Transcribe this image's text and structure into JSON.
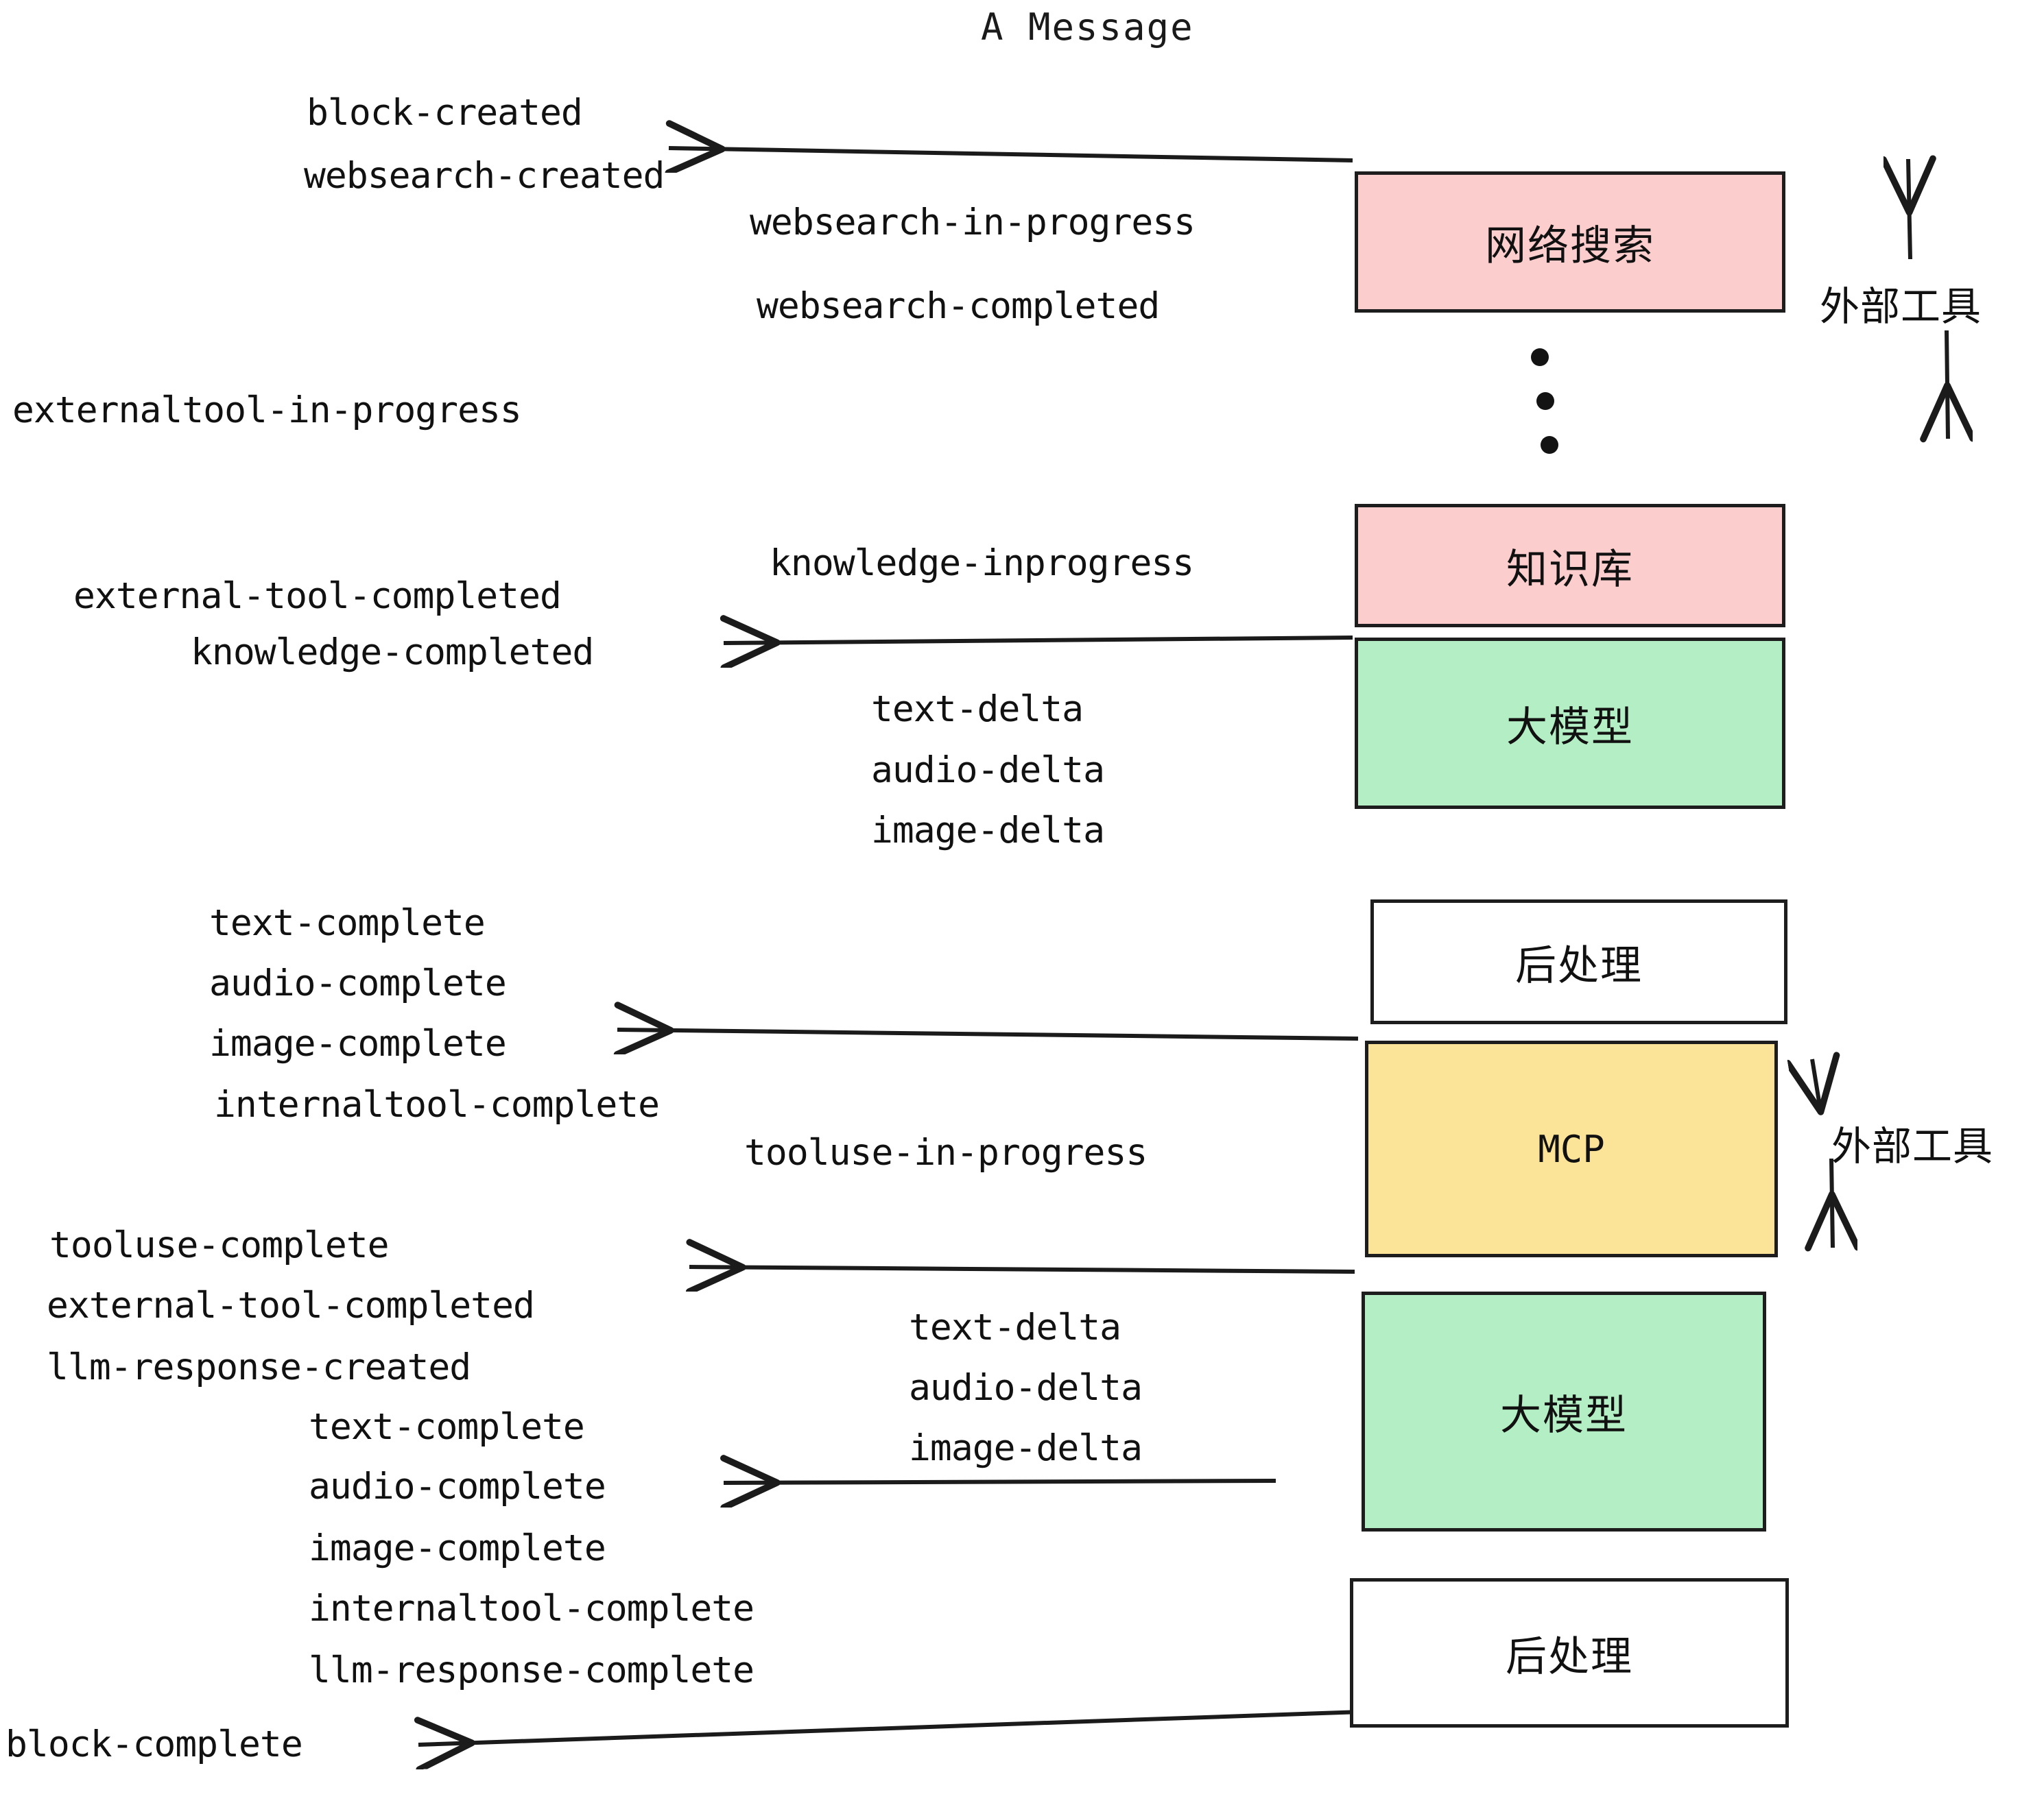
{
  "diagram": {
    "title": "A Message",
    "colors": {
      "pink": "#fbcdcd",
      "green": "#b4eec4",
      "yellow": "#fbe398",
      "white": "#ffffff",
      "stroke": "#1d1d1d",
      "text": "#111111",
      "background": "#ffffff"
    },
    "nodes": [
      {
        "id": "websearch",
        "label": "网络搜索",
        "fill": "pink"
      },
      {
        "id": "knowledge",
        "label": "知识库",
        "fill": "pink"
      },
      {
        "id": "llm-1",
        "label": "大模型",
        "fill": "green"
      },
      {
        "id": "postprocess-1",
        "label": "后处理",
        "fill": "white"
      },
      {
        "id": "mcp",
        "label": "MCP",
        "fill": "yellow"
      },
      {
        "id": "llm-2",
        "label": "大模型",
        "fill": "green"
      },
      {
        "id": "postprocess-2",
        "label": "后处理",
        "fill": "white"
      }
    ],
    "group_labels": [
      {
        "id": "external-tools-top",
        "label": "外部工具"
      },
      {
        "id": "external-tools-bottom",
        "label": "外部工具"
      }
    ],
    "events": {
      "block_created": "block-created",
      "websearch_created": "websearch-created",
      "websearch_in_progress": "websearch-in-progress",
      "websearch_completed": "websearch-completed",
      "externaltool_in_progress": "externaltool-in-progress",
      "knowledge_inprogress": "knowledge-inprogress",
      "external_tool_completed_1": "external-tool-completed",
      "knowledge_completed": "knowledge-completed",
      "text_delta_1": "text-delta",
      "audio_delta_1": "audio-delta",
      "image_delta_1": "image-delta",
      "text_complete_1": "text-complete",
      "audio_complete_1": "audio-complete",
      "image_complete_1": "image-complete",
      "internaltool_complete_1": "internaltool-complete",
      "tooluse_in_progress": "tooluse-in-progress",
      "tooluse_complete": "tooluse-complete",
      "external_tool_completed_2": "external-tool-completed",
      "llm_response_created": "llm-response-created",
      "text_delta_2": "text-delta",
      "audio_delta_2": "audio-delta",
      "image_delta_2": "image-delta",
      "text_complete_2": "text-complete",
      "audio_complete_2": "audio-complete",
      "image_complete_2": "image-complete",
      "internaltool_complete_2": "internaltool-complete",
      "llm_response_complete": "llm-response-complete",
      "block_complete": "block-complete"
    }
  }
}
